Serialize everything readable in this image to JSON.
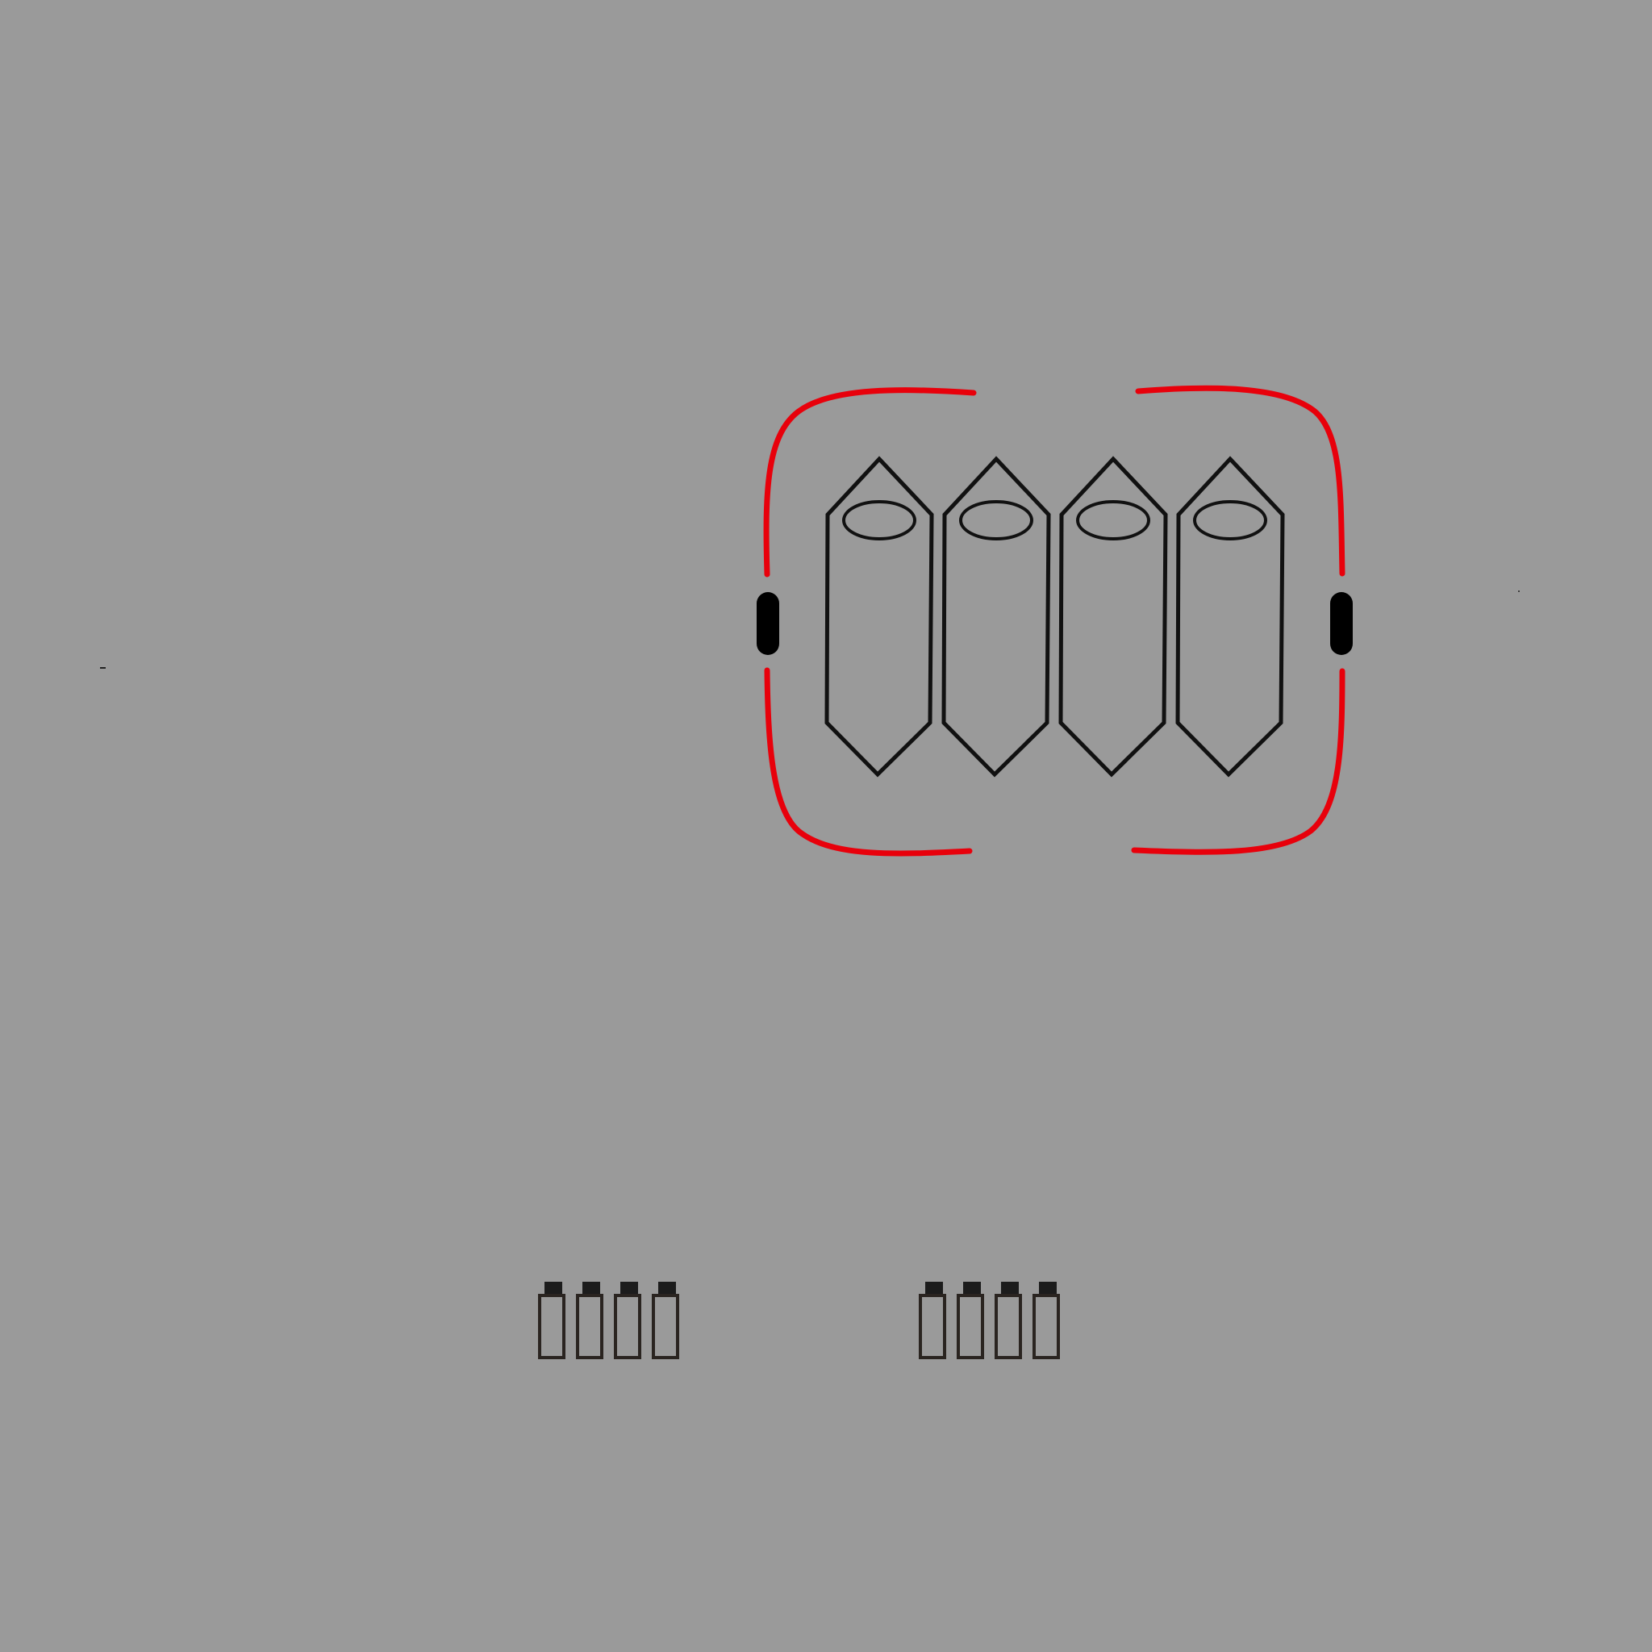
{
  "scene": {
    "background_color": "#9a9a9a",
    "frame_color": "#e8000b",
    "outline_color": "#111111",
    "crystal_fill": "#9a9a9a",
    "item_top_color": "#1c1c1c",
    "item_body_outline": "#2a2420"
  },
  "selection_group": {
    "crystals": [
      {
        "name": "crystal-1"
      },
      {
        "name": "crystal-2"
      },
      {
        "name": "crystal-3"
      },
      {
        "name": "crystal-4"
      }
    ],
    "handles": [
      {
        "name": "left-handle"
      },
      {
        "name": "right-handle"
      }
    ]
  },
  "inventory": {
    "left_group_count": 4,
    "right_group_count": 4
  }
}
